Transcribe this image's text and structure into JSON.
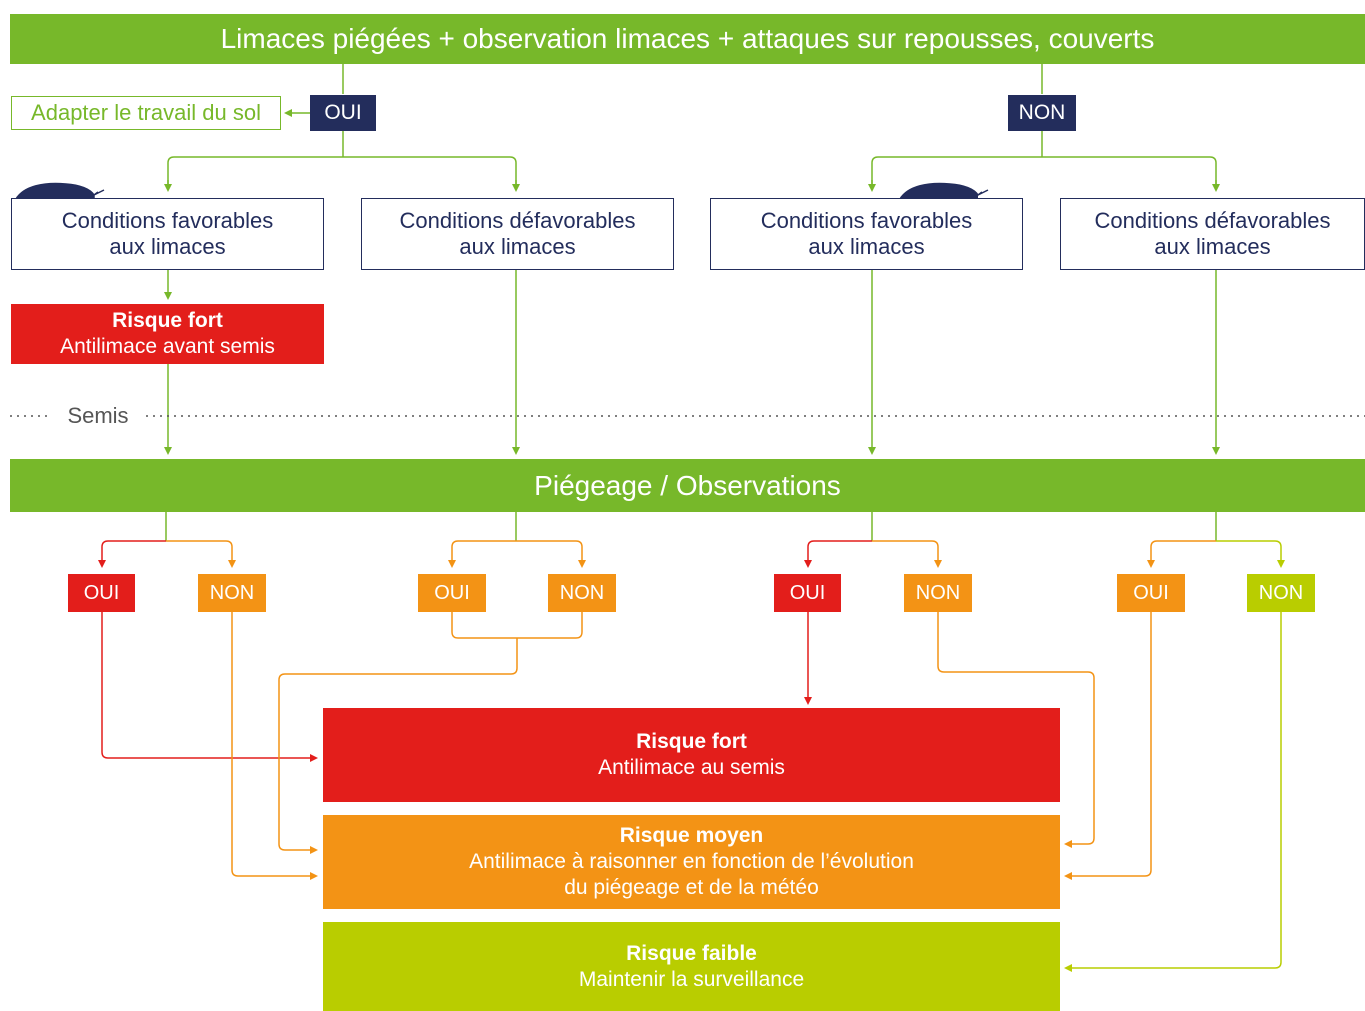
{
  "header": {
    "title": "Limaces piégées + observation limaces + attaques sur repousses, couverts"
  },
  "first_answers": {
    "yes": "OUI",
    "no": "NON"
  },
  "soil_action": "Adapter le travail du sol",
  "conditions": {
    "favorable": [
      "Conditions favorables",
      "aux limaces"
    ],
    "unfavorable": [
      "Conditions défavorables",
      "aux limaces"
    ]
  },
  "pre_sowing_risk": {
    "title": "Risque fort",
    "action": "Antilimace avant semis"
  },
  "sowing_label": "Semis",
  "trapping": {
    "title": "Piégeage / Observations"
  },
  "second_answers": {
    "b1": {
      "yes": "OUI",
      "no": "NON"
    },
    "b2": {
      "yes": "OUI",
      "no": "NON"
    },
    "b3": {
      "yes": "OUI",
      "no": "NON"
    },
    "b4": {
      "yes": "OUI",
      "no": "NON"
    }
  },
  "outcomes": {
    "high": {
      "title": "Risque fort",
      "lines": [
        "Antilimace au semis"
      ]
    },
    "medium": {
      "title": "Risque moyen",
      "lines": [
        "Antilimace à raisonner en fonction de l’évolution",
        "du piégeage et de la météo"
      ]
    },
    "low": {
      "title": "Risque faible",
      "lines": [
        "Maintenir la surveillance"
      ]
    }
  },
  "colors": {
    "green": "#77b82a",
    "navy": "#232d5c",
    "red": "#e31e1b",
    "orange": "#f39315",
    "lime": "#b9cd00",
    "slug": "#232d5c"
  },
  "icons": [
    "slug-icon"
  ]
}
